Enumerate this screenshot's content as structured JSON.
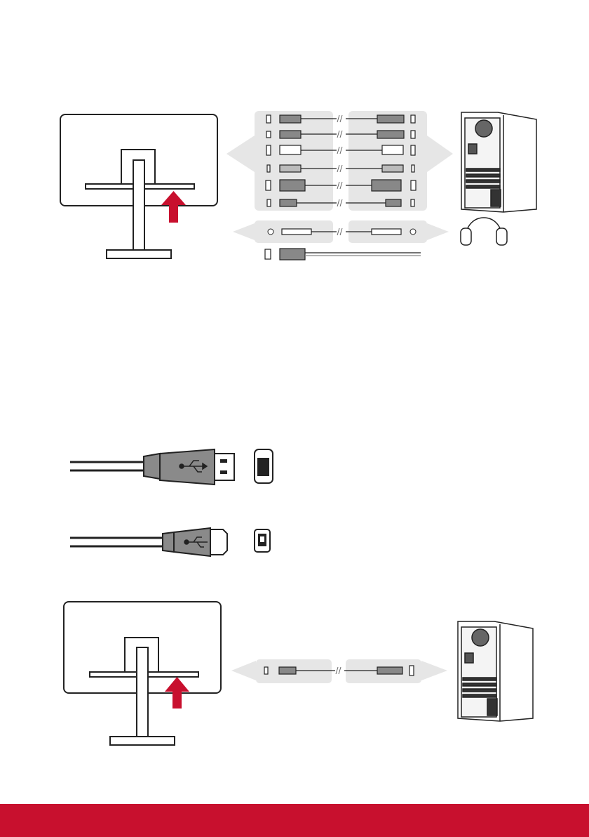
{
  "colors": {
    "accent_red": "#c8102e",
    "line": "#222222",
    "panel_gray": "#e6e6e6",
    "plug_gray": "#8a8a8a",
    "connector_white": "#ffffff"
  },
  "figures": {
    "top_connection": {
      "monitor_icon": "monitor-rear-icon",
      "computer_icon": "desktop-tower-icon",
      "headphone_icon": "headphones-icon",
      "cable_rows": 6,
      "audio_rows": 1,
      "standalone_rows": 1
    },
    "usb_types": {
      "type_a_icon": "usb-type-a-plug-icon",
      "type_b_icon": "usb-type-b-plug-icon"
    },
    "bottom_connection": {
      "monitor_icon": "monitor-rear-icon",
      "computer_icon": "desktop-tower-icon",
      "cable_rows": 1
    }
  },
  "footer": {
    "color": "#c8102e"
  }
}
